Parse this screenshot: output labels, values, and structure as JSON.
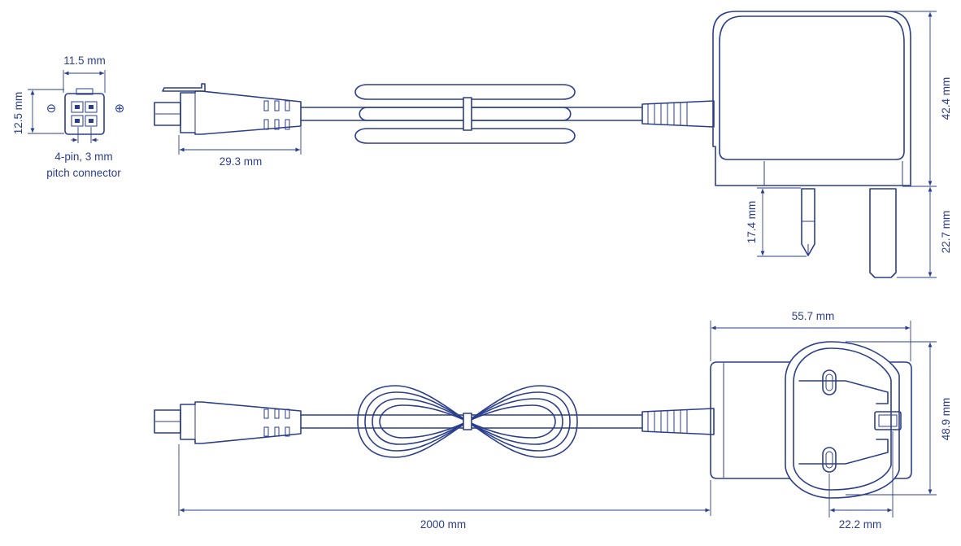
{
  "colors": {
    "line": "#2b3e8c",
    "background": "#ffffff"
  },
  "connector": {
    "width_label": "11.5 mm",
    "height_label": "12.5 mm",
    "minus_symbol": "⊖",
    "plus_symbol": "⊕",
    "caption_line1": "4-pin, 3 mm",
    "caption_line2": "pitch connector"
  },
  "side_view": {
    "plug_length_label": "29.3 mm",
    "body_height_label": "42.4 mm",
    "short_pin_label": "17.4 mm",
    "long_pin_label": "22.7 mm"
  },
  "front_view": {
    "body_width_label": "55.7 mm",
    "body_height_label": "48.9 mm",
    "cable_length_label": "2000 mm",
    "pin_offset_label": "22.2 mm"
  }
}
